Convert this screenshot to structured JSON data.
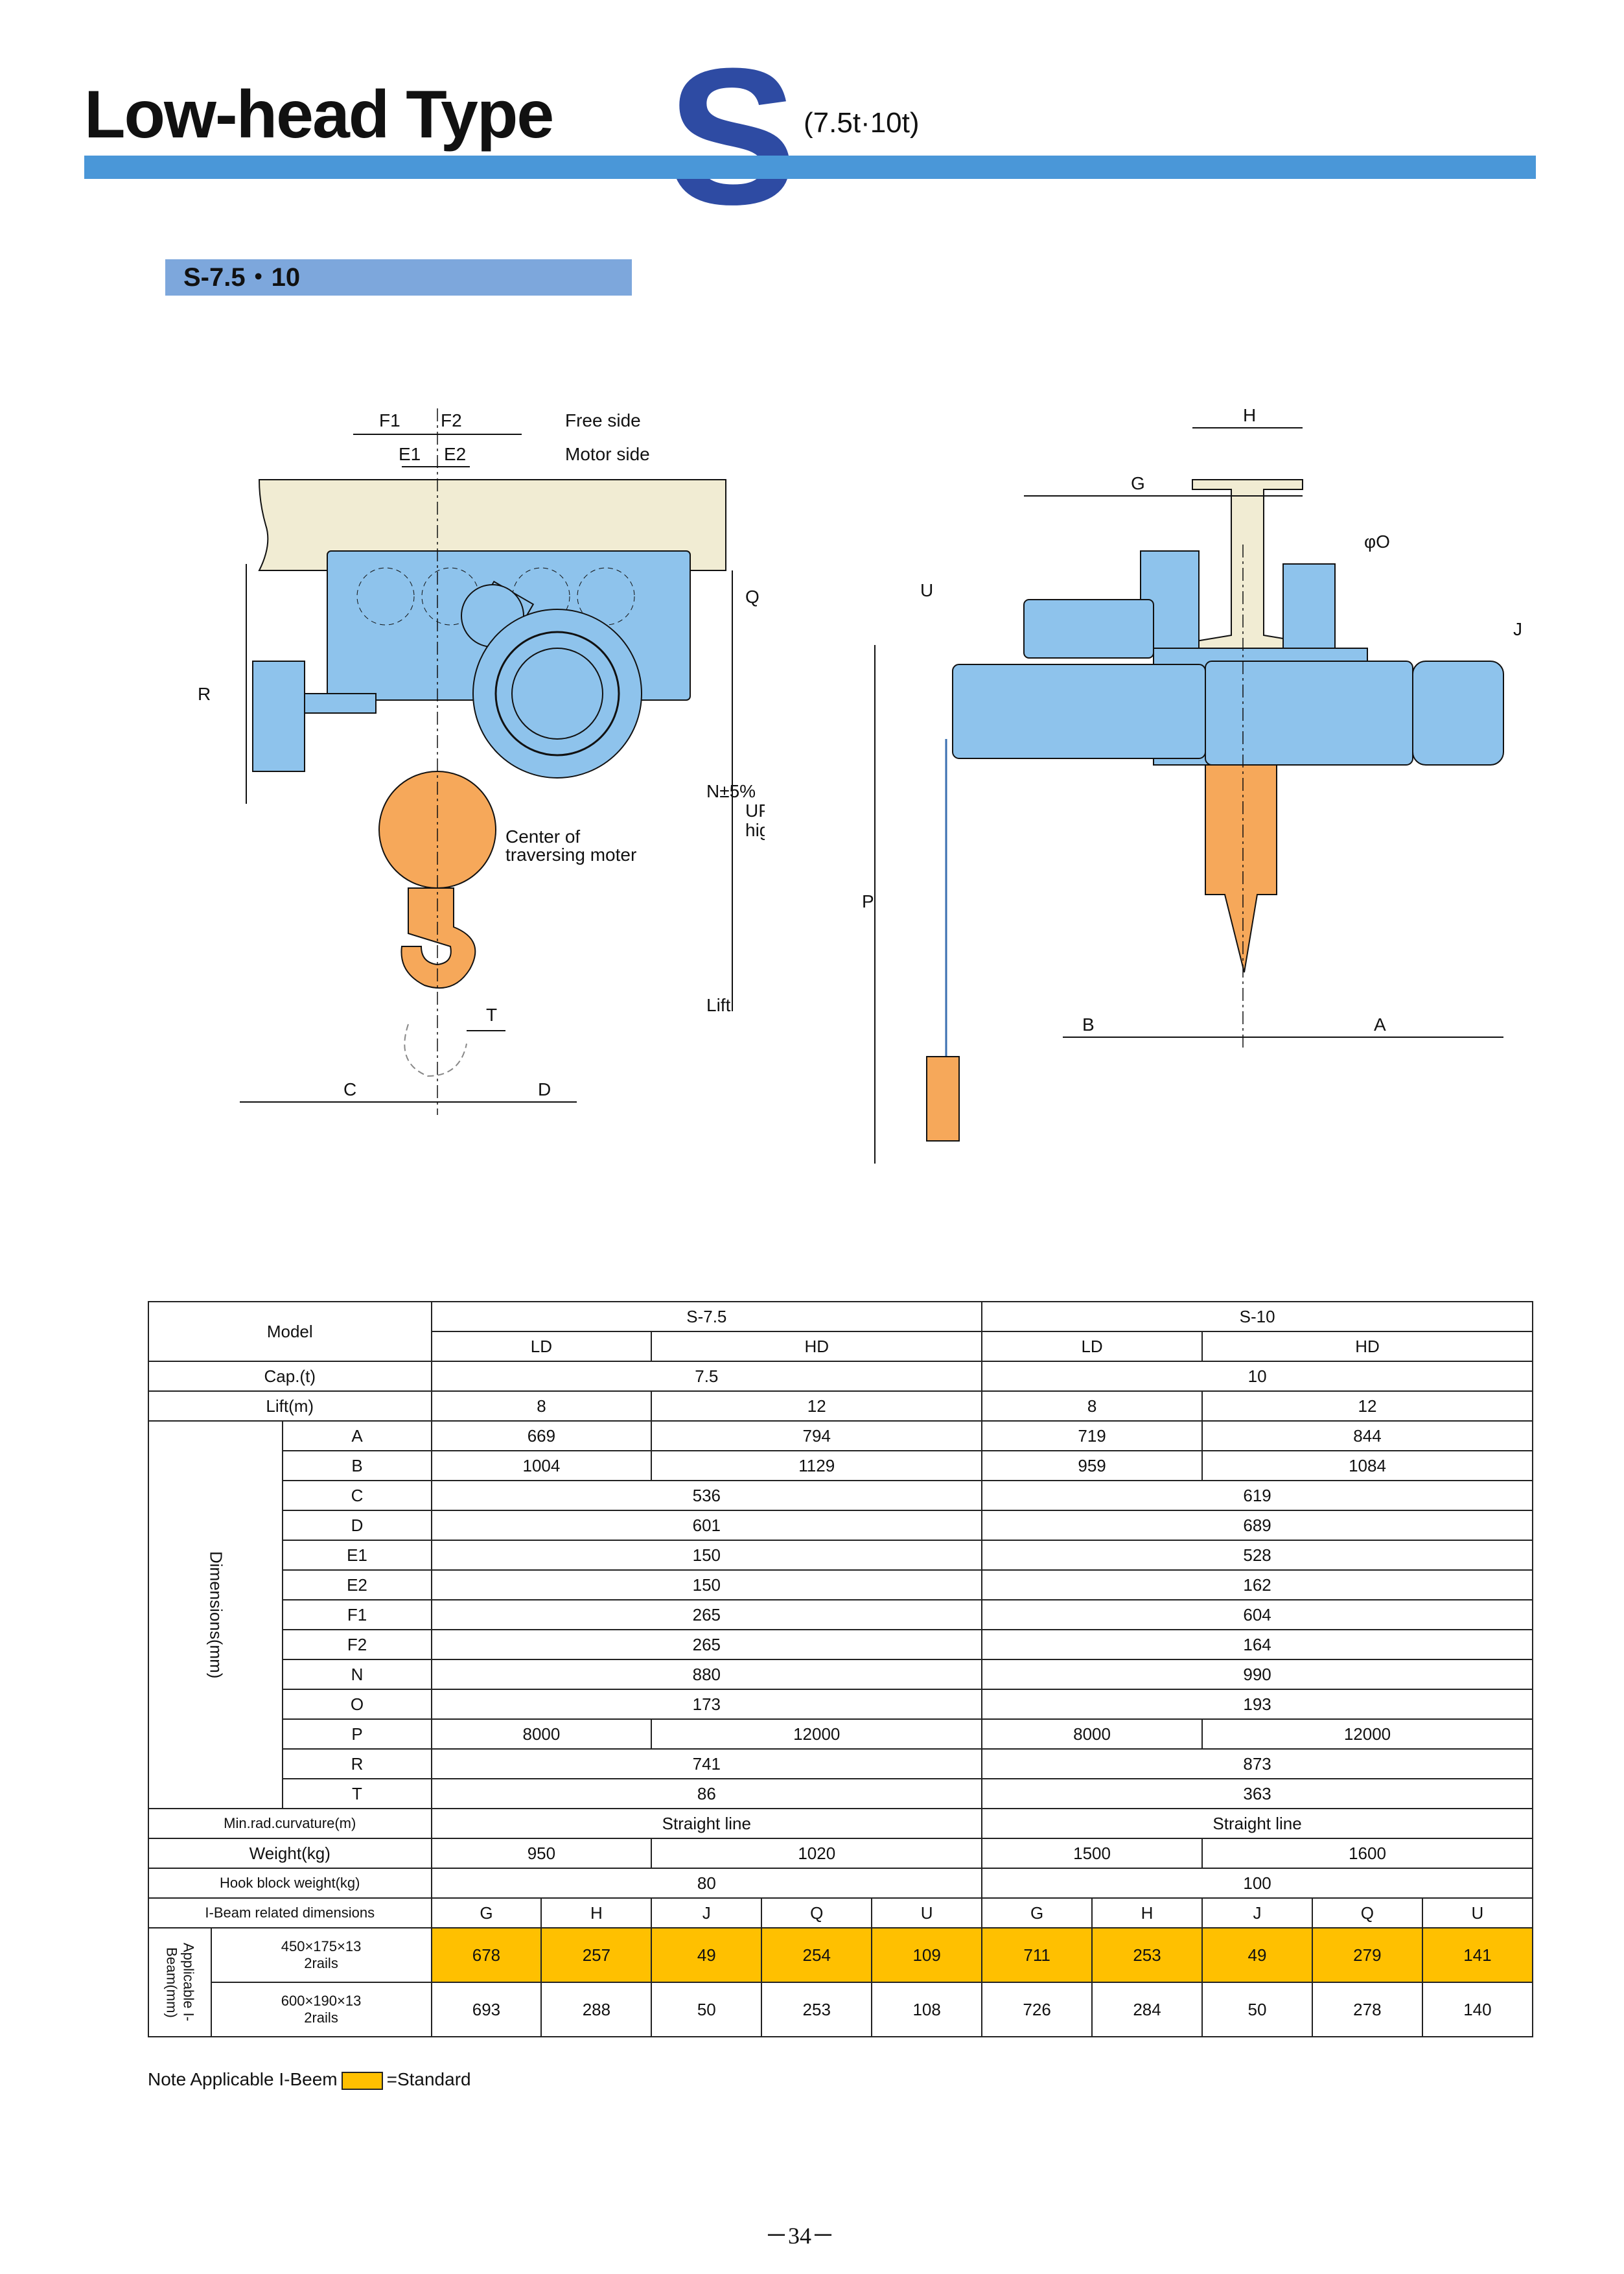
{
  "header": {
    "title": "Low-head Type",
    "series_letter": "S",
    "subtitle": "(7.5t·10t)"
  },
  "section": {
    "label": "S-7.5・10"
  },
  "drawing_left": {
    "labels": {
      "F1": "F1",
      "F2": "F2",
      "E1": "E1",
      "E2": "E2",
      "free": "Free side",
      "motor": "Motor side",
      "Q": "Q",
      "R": "R",
      "N": "N±5%",
      "UP": "UP to hook",
      "UP2": "highest position",
      "center1": "Center of",
      "center2": "traversing moter",
      "T": "T",
      "lift": "Lift",
      "C": "C",
      "D": "D"
    }
  },
  "drawing_right": {
    "labels": {
      "H": "H",
      "G": "G",
      "O": "φO",
      "U": "U",
      "J": "J",
      "P": "P",
      "B": "B",
      "A": "A"
    }
  },
  "table": {
    "model_label": "Model",
    "s75": "S-7.5",
    "s10": "S-10",
    "ld": "LD",
    "hd": "HD",
    "cap_label": "Cap.(t)",
    "cap_75": "7.5",
    "cap_10": "10",
    "lift_label": "Lift(m)",
    "lift": [
      "8",
      "12",
      "8",
      "12"
    ],
    "dims_label": "Dimensions(mm)",
    "rows": [
      {
        "k": "A",
        "v": [
          "669",
          "794",
          "719",
          "844"
        ]
      },
      {
        "k": "B",
        "v": [
          "1004",
          "1129",
          "959",
          "1084"
        ]
      },
      {
        "k": "C",
        "v": [
          "536",
          "619"
        ]
      },
      {
        "k": "D",
        "v": [
          "601",
          "689"
        ]
      },
      {
        "k": "E1",
        "v": [
          "150",
          "528"
        ]
      },
      {
        "k": "E2",
        "v": [
          "150",
          "162"
        ]
      },
      {
        "k": "F1",
        "v": [
          "265",
          "604"
        ]
      },
      {
        "k": "F2",
        "v": [
          "265",
          "164"
        ]
      },
      {
        "k": "N",
        "v": [
          "880",
          "990"
        ]
      },
      {
        "k": "O",
        "v": [
          "173",
          "193"
        ]
      },
      {
        "k": "P",
        "v": [
          "8000",
          "12000",
          "8000",
          "12000"
        ]
      },
      {
        "k": "R",
        "v": [
          "741",
          "873"
        ]
      },
      {
        "k": "T",
        "v": [
          "86",
          "363"
        ]
      }
    ],
    "minrad_label": "Min.rad.curvature(m)",
    "minrad": [
      "Straight line",
      "Straight line"
    ],
    "weight_label": "Weight(kg)",
    "weight": [
      "950",
      "1020",
      "1500",
      "1600"
    ],
    "hook_label": "Hook block weight(kg)",
    "hook": [
      "80",
      "100"
    ],
    "ibeam_label": "I-Beam related dimensions",
    "ibeam_cols": [
      "G",
      "H",
      "J",
      "Q",
      "U",
      "G",
      "H",
      "J",
      "Q",
      "U"
    ],
    "applicable_label": "Applicable I-Beam(mm)",
    "beam1_label": "450×175×13",
    "beam1_sub": "2rails",
    "beam1": [
      "678",
      "257",
      "49",
      "254",
      "109",
      "711",
      "253",
      "49",
      "279",
      "141"
    ],
    "beam2_label": "600×190×13",
    "beam2_sub": "2rails",
    "beam2": [
      "693",
      "288",
      "50",
      "253",
      "108",
      "726",
      "284",
      "50",
      "278",
      "140"
    ],
    "note_prefix": "Note Applicable I-Beem",
    "note_suffix": "=Standard"
  },
  "page_number": "－34－"
}
